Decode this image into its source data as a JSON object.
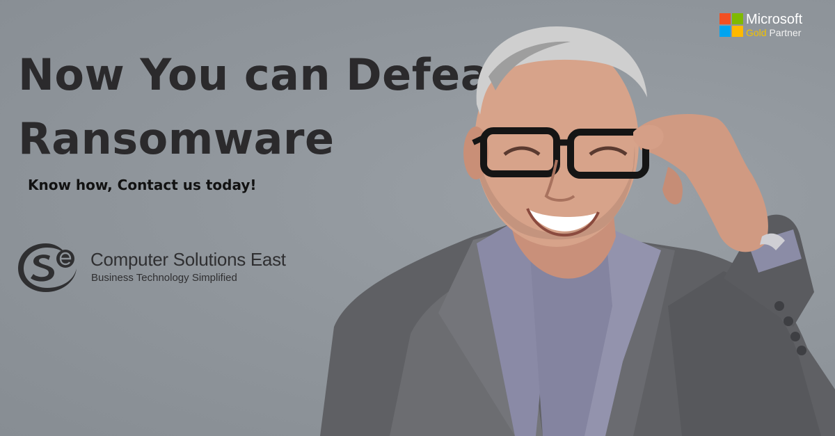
{
  "headline": {
    "line1": "Now You can Defeat",
    "line2": "Ransomware"
  },
  "subline": "Know how, Contact us today!",
  "brand": {
    "logo_letters": "Se",
    "name": "Computer Solutions East",
    "tagline": "Business Technology Simplified"
  },
  "partner_badge": {
    "vendor": "Microsoft",
    "tier_highlight": "Gold",
    "tier_rest": " Partner",
    "colors": [
      "#f25022",
      "#7fba00",
      "#00a4ef",
      "#ffb900"
    ]
  },
  "photo": {
    "subject_icon": "smiling-man-with-glasses-photo"
  },
  "colors": {
    "background": "#8f959b",
    "headline": "#2b2a2c",
    "subline": "#121212",
    "brand": "#2f2f31"
  }
}
